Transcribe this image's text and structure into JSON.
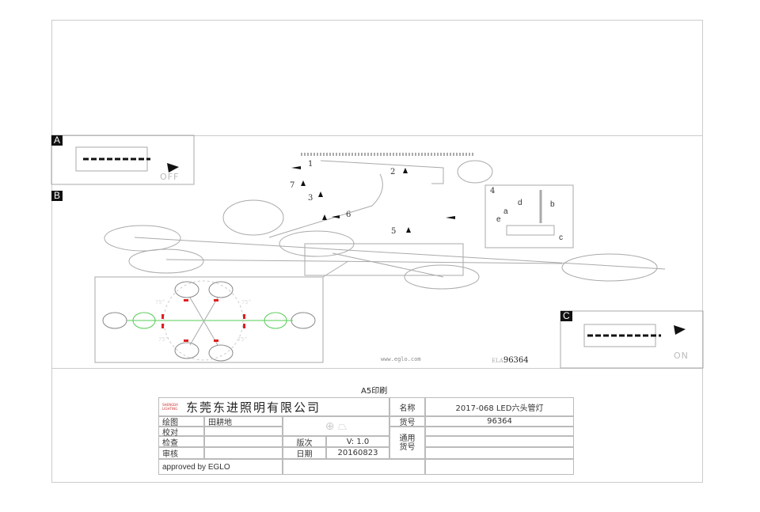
{
  "panels": {
    "a": "A",
    "b": "B",
    "c": "C",
    "box4": "4"
  },
  "steps": [
    "1",
    "2",
    "3",
    "5",
    "6",
    "7"
  ],
  "detail_letters": {
    "a": "a",
    "b": "b",
    "c": "c",
    "d": "d",
    "e": "e"
  },
  "switch": {
    "off": "OFF",
    "on": "ON"
  },
  "angles": [
    "75°",
    "75°",
    "75°",
    "75°"
  ],
  "website": "www.eglo.com",
  "model_code": {
    "prefix": "ELA",
    "number": "96364"
  },
  "print_note": "A5印刷",
  "title_block": {
    "logo_text": "SHENGDA LIGHTING",
    "company": "东莞东进照明有限公司",
    "name_label": "名称",
    "name_value": "2017-068  LED六头管灯",
    "item_no_label": "货号",
    "item_no_value": "96364",
    "drawn_label": "绘图",
    "drawn_value": "田耕地",
    "proof_label": "校对",
    "check_label": "检查",
    "review_label": "审核",
    "version_label": "版次",
    "version_value": "V: 1.0",
    "date_label": "日期",
    "date_value": "20160823",
    "general_no_label": "通用货号",
    "approved": "approved by EGLO"
  },
  "colors": {
    "line": "#999999",
    "red": "#e02020",
    "green": "#55cc55"
  }
}
